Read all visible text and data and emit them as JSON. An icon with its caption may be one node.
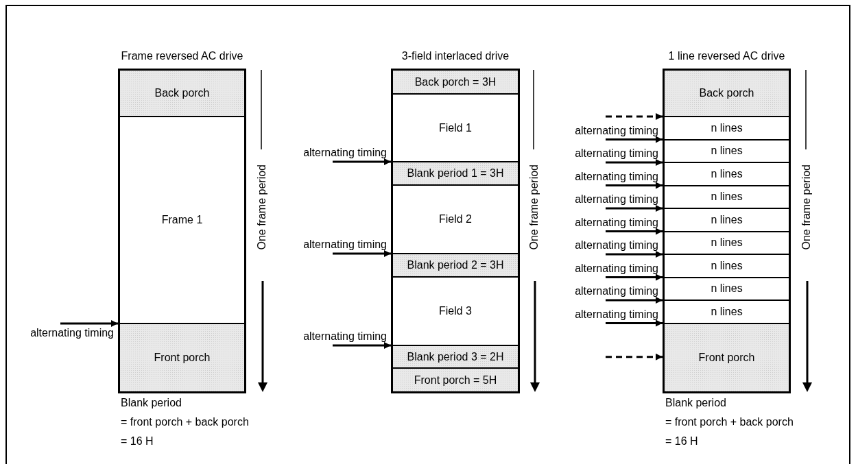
{
  "diagram": {
    "nodes": [
      {
        "text": [
          "Frame reversed AC drive"
        ],
        "beside": [
          "Blank period",
          "= front porch + back porch",
          "= 16 H"
        ]
      },
      {
        "text": [
          "Back porch"
        ],
        "in": 0
      },
      {
        "text": [
          "Frame 1"
        ],
        "in": 0
      },
      {
        "text": [
          "Front porch"
        ],
        "in": 0
      },
      {
        "text": [
          "3-field interlaced drive"
        ]
      },
      {
        "text": [
          "Back porch = 3H"
        ],
        "in": 4
      },
      {
        "text": [
          "Field 1"
        ],
        "in": 4
      },
      {
        "text": [
          "Blank period 1 = 3H"
        ],
        "in": 4
      },
      {
        "text": [
          "Field 2"
        ],
        "in": 4
      },
      {
        "text": [
          "Blank period 2 = 3H"
        ],
        "in": 4
      },
      {
        "text": [
          "Field 3"
        ],
        "in": 4
      },
      {
        "text": [
          "Blank period 3 = 2H"
        ],
        "in": 4
      },
      {
        "text": [
          "Front porch = 5H"
        ],
        "in": 4
      },
      {
        "text": [
          "1 line reversed AC drive"
        ],
        "beside": [
          "Blank period",
          "= front porch + back porch",
          "= 16 H"
        ]
      },
      {
        "text": [
          "Back porch"
        ],
        "in": 13
      },
      {
        "text": [
          "n lines"
        ],
        "in": 13
      },
      {
        "text": [
          "n lines"
        ],
        "in": 13
      },
      {
        "text": [
          "n lines"
        ],
        "in": 13
      },
      {
        "text": [
          "n lines"
        ],
        "in": 13
      },
      {
        "text": [
          "n lines"
        ],
        "in": 13
      },
      {
        "text": [
          "n lines"
        ],
        "in": 13
      },
      {
        "text": [
          "n lines"
        ],
        "in": 13
      },
      {
        "text": [
          "n lines"
        ],
        "in": 13
      },
      {
        "text": [
          "n lines"
        ],
        "in": 13
      },
      {
        "text": [
          "Front porch"
        ],
        "in": 13
      }
    ],
    "edges": [
      {
        "from": null,
        "to": 3,
        "arrow": "to",
        "label": "alternating timing"
      },
      {
        "from": null,
        "to": 7,
        "arrow": "to",
        "label": "alternating timing"
      },
      {
        "from": null,
        "to": 9,
        "arrow": "to",
        "label": "alternating timing"
      },
      {
        "from": null,
        "to": 11,
        "arrow": "to",
        "label": "alternating timing"
      },
      {
        "from": null,
        "to": 15,
        "arrow": "to",
        "style": "dashed"
      },
      {
        "from": null,
        "to": 16,
        "arrow": "to",
        "label": "alternating timing"
      },
      {
        "from": null,
        "to": 17,
        "arrow": "to",
        "label": "alternating timing"
      },
      {
        "from": null,
        "to": 18,
        "arrow": "to",
        "label": "alternating timing"
      },
      {
        "from": null,
        "to": 19,
        "arrow": "to",
        "label": "alternating timing"
      },
      {
        "from": null,
        "to": 20,
        "arrow": "to",
        "label": "alternating timing"
      },
      {
        "from": null,
        "to": 21,
        "arrow": "to",
        "label": "alternating timing"
      },
      {
        "from": null,
        "to": 22,
        "arrow": "to",
        "label": "alternating timing"
      },
      {
        "from": null,
        "to": 23,
        "arrow": "to",
        "label": "alternating timing"
      },
      {
        "from": null,
        "to": 24,
        "arrow": "to",
        "label": "alternating timing"
      },
      {
        "from": null,
        "to": 24,
        "arrow": "to",
        "style": "dashed"
      }
    ],
    "labels": [
      "One frame period",
      "One frame period",
      "One frame period"
    ]
  }
}
